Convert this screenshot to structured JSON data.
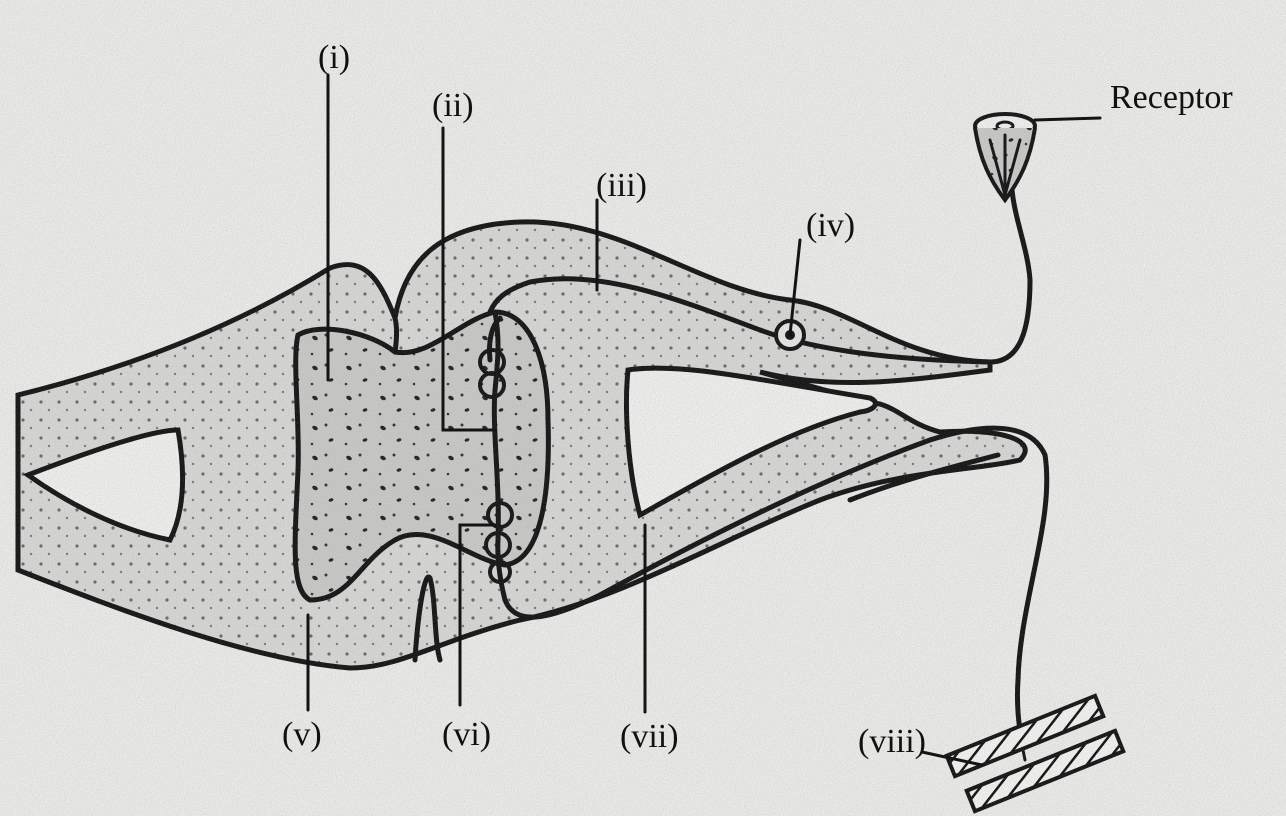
{
  "diagram": {
    "labels": {
      "i": "(i)",
      "ii": "(ii)",
      "iii": "(iii)",
      "iv": "(iv)",
      "v": "(v)",
      "vi": "(vi)",
      "vii": "(vii)",
      "viii": "(viii)",
      "receptor": "Receptor"
    }
  }
}
